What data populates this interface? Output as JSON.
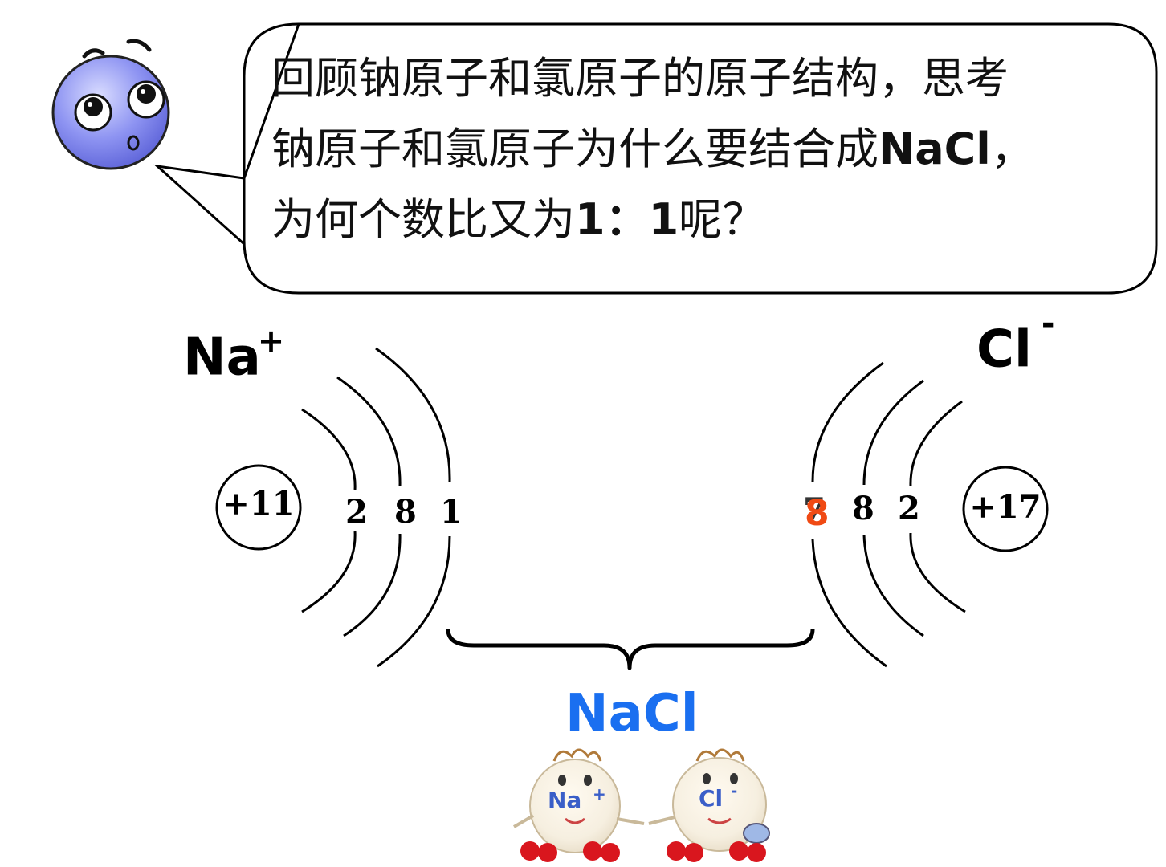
{
  "speech_bubble": {
    "line1": "回顾钠原子和氯原子的原子结构，思考",
    "line2_text": "钠原子和氯原子为什么要结合成",
    "line2_formula": "NaCl",
    "line2_end": "，",
    "line3_text": "为何个数比又为",
    "line3_ratio": "1：1",
    "line3_end": "呢？"
  },
  "sodium": {
    "ion_symbol": "Na",
    "ion_charge": "+",
    "nucleus": "+11",
    "shells": [
      "2",
      "8",
      "1"
    ]
  },
  "chlorine": {
    "ion_symbol": "Cl",
    "ion_charge": "-",
    "nucleus": "+17",
    "shells": [
      "8",
      "8",
      "2"
    ],
    "original_outer": "7",
    "outer_color": "#f04a14"
  },
  "product": {
    "formula": "NaCl",
    "color": "#1a6ff0",
    "mascot_left_label": "Na",
    "mascot_left_charge": "+",
    "mascot_right_label": "Cl",
    "mascot_right_charge": "-"
  }
}
